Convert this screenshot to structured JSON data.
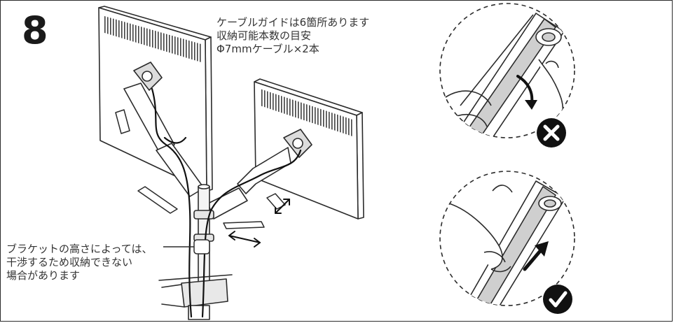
{
  "step": {
    "number": "8"
  },
  "cable_guide_note": {
    "line1": "ケーブルガイドは6箇所あります",
    "line2": "収納可能本数の目安",
    "line3": "Φ7mmケーブル×2本"
  },
  "bracket_note": {
    "line1": "ブラケットの高さによっては、",
    "line2": "干渉するため収納できない",
    "line3": "場合があります"
  },
  "colors": {
    "line": "#2b2b2b",
    "badge": "#111111",
    "channel": "#cfcfcf",
    "text": "#333333"
  },
  "icons": {
    "incorrect": "cross-circle-icon",
    "correct": "check-circle-icon"
  }
}
